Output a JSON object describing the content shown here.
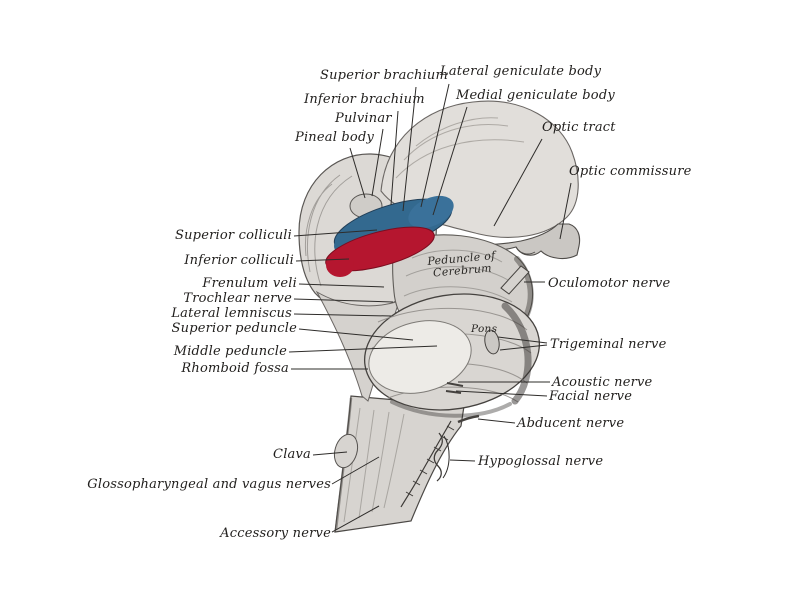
{
  "colors": {
    "background": "#ffffff",
    "superior_colliculus_highlight": "#33698f",
    "inferior_colliculus_highlight": "#b5162f",
    "engraving_ink": "#2e2c2a"
  },
  "labels": {
    "superior_brachium": "Superior brachium",
    "lateral_geniculate_body": "Lateral geniculate body",
    "inferior_brachium": "Inferior brachium",
    "medial_geniculate_body": "Medial geniculate body",
    "pulvinar": "Pulvinar",
    "pineal_body": "Pineal body",
    "optic_tract": "Optic tract",
    "optic_commissure": "Optic commissure",
    "superior_colliculi": "Superior colliculi",
    "inferior_colliculi": "Inferior colliculi",
    "frenulum_veli": "Frenulum veli",
    "trochlear_nerve": "Trochlear nerve",
    "lateral_lemniscus": "Lateral lemniscus",
    "superior_peduncle": "Superior peduncle",
    "middle_peduncle": "Middle peduncle",
    "rhomboid_fossa": "Rhomboid fossa",
    "clava": "Clava",
    "glossopharyngeal_vagus": "Glossopharyngeal and vagus nerves",
    "accessory_nerve": "Accessory nerve",
    "oculomotor_nerve": "Oculomotor nerve",
    "trigeminal_nerve": "Trigeminal nerve",
    "acoustic_nerve": "Acoustic nerve",
    "facial_nerve": "Facial nerve",
    "abducent_nerve": "Abducent nerve",
    "hypoglossal_nerve": "Hypoglossal nerve"
  },
  "figure_labels": {
    "peduncle_line1": "Peduncle of",
    "peduncle_line2": "Cerebrum",
    "pons": "Pons"
  }
}
